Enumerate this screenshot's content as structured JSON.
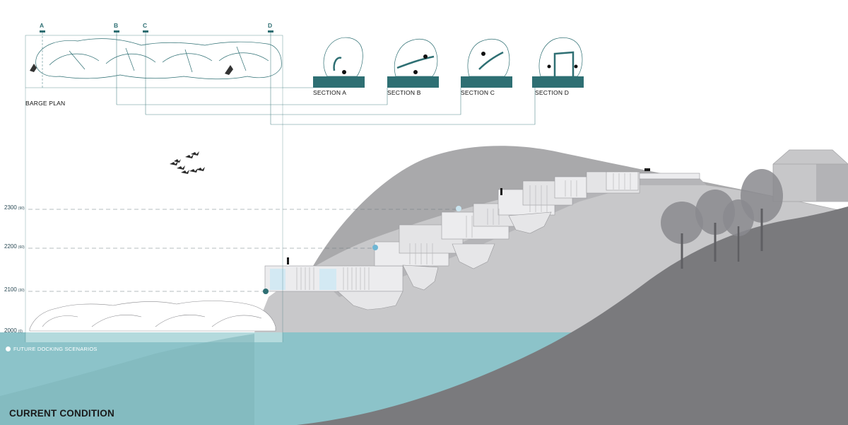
{
  "title": "CURRENT CONDITION",
  "plan_label": "BARGE PLAN",
  "legend": {
    "text": "FUTURE DOCKING SCENARIOS"
  },
  "cut_markers": [
    "A",
    "B",
    "C",
    "D"
  ],
  "sections": [
    {
      "label": "SECTION A"
    },
    {
      "label": "SECTION B"
    },
    {
      "label": "SECTION C"
    },
    {
      "label": "SECTION D"
    }
  ],
  "elevations": [
    {
      "value": "2300",
      "note": "(90)"
    },
    {
      "value": "2200",
      "note": "(60)"
    },
    {
      "value": "2100",
      "note": "(30)"
    },
    {
      "value": "2000",
      "note": "(0)"
    }
  ],
  "colors": {
    "teal": "#2e6f73",
    "water": "#8cc3c9",
    "hill_light": "#c8c8ca",
    "hill_far": "#a9a9ab",
    "hill_dark": "#7a7a7d",
    "docking_point": "#6fb6d4"
  }
}
